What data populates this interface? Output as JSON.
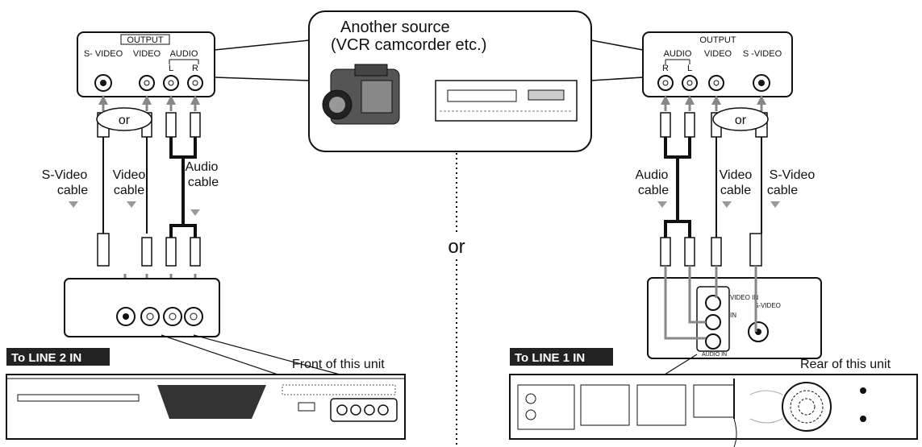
{
  "source_box": {
    "line1": "Another source",
    "line2": "(VCR camcorder etc.)"
  },
  "separator": {
    "label": "or"
  },
  "left": {
    "output_panel": {
      "title": "OUTPUT",
      "svideo": "S- VIDEO",
      "video": "VIDEO",
      "audio": "AUDIO",
      "audio_l": "L",
      "audio_r": "R"
    },
    "or_bubble": "or",
    "cables": {
      "svideo_1": "S-Video",
      "svideo_2": "cable",
      "video_1": "Video",
      "video_2": "cable",
      "audio_1": "Audio",
      "audio_2": "cable"
    },
    "tag": "To LINE 2 IN",
    "unit_caption": "Front of this unit"
  },
  "right": {
    "output_panel": {
      "title": "OUTPUT",
      "audio": "AUDIO",
      "video": "VIDEO",
      "svideo": "S -VIDEO",
      "audio_r": "R",
      "audio_l": "L"
    },
    "or_bubble": "or",
    "cables": {
      "audio_1": "Audio",
      "audio_2": "cable",
      "video_1": "Video",
      "video_2": "cable",
      "svideo_1": "S-Video",
      "svideo_2": "cable"
    },
    "tag": "To LINE 1 IN",
    "unit_caption": "Rear of this unit",
    "inset": {
      "video_in": "VIDEO IN",
      "svideo": "S-VIDEO",
      "audio_in": "AUDIO IN",
      "in": "IN"
    }
  }
}
